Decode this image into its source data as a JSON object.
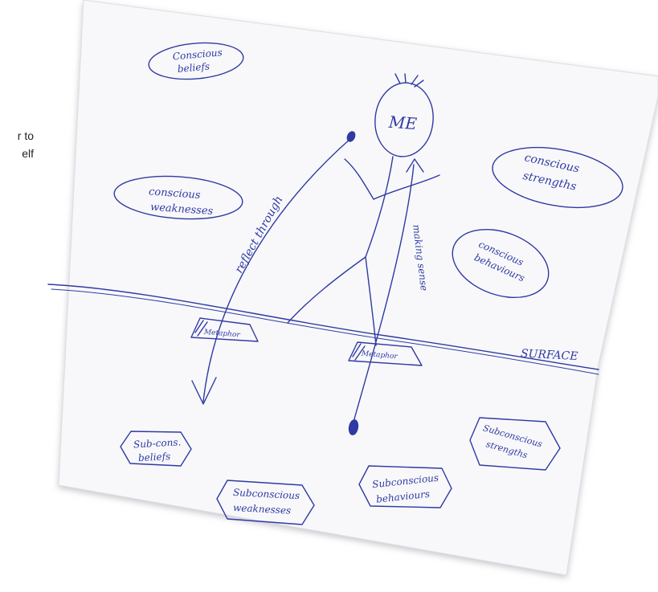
{
  "side_text": [
    "r to",
    "elf"
  ],
  "colors": {
    "ink": "#2f3aa3",
    "paper": "#f8f8fa",
    "shadow": "#c9c9cf"
  },
  "diagram": {
    "me_label": "ME",
    "surface_label": "SURFACE",
    "arrow_labels": {
      "reflect": "reflect through",
      "making": "making sense"
    },
    "metaphor_left": "Metaphor",
    "metaphor_right": "Metaphor",
    "conscious": {
      "beliefs": [
        "Conscious",
        "beliefs"
      ],
      "weaknesses": [
        "conscious",
        "weaknesses"
      ],
      "strengths": [
        "conscious",
        "strengths"
      ],
      "behaviours": [
        "conscious",
        "behaviours"
      ]
    },
    "subconscious": {
      "beliefs": [
        "Sub-cons.",
        "beliefs"
      ],
      "weaknesses": [
        "Subconscious",
        "weaknesses"
      ],
      "behaviours": [
        "Subconscious",
        "behaviours"
      ],
      "strengths": [
        "Subconscious",
        "strengths"
      ]
    }
  }
}
